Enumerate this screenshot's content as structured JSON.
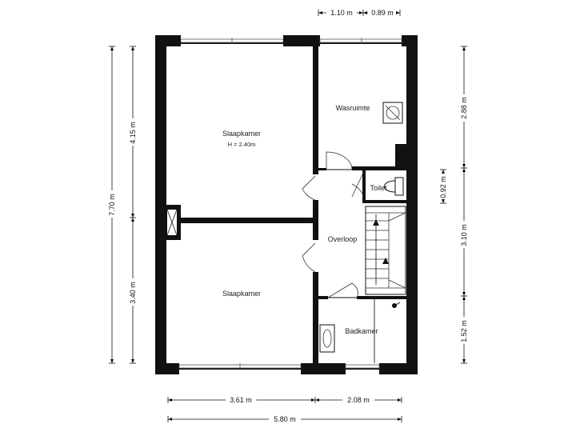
{
  "rooms": {
    "bedroom_top": {
      "name": "Slaapkamer",
      "height": "H = 2.40m"
    },
    "bedroom_bottom": {
      "name": "Slaapkamer"
    },
    "laundry": {
      "name": "Wasruimte"
    },
    "toilet": {
      "name": "Toilet"
    },
    "landing": {
      "name": "Overloop"
    },
    "bathroom": {
      "name": "Badkamer"
    }
  },
  "dimensions": {
    "top_left": "1.10 m",
    "top_right": "0.89 m",
    "left_total": "7.70 m",
    "left_upper": "4.15 m",
    "left_lower": "3.40 m",
    "right_upper": "2.88 m",
    "right_toilet": "0.92 m",
    "right_middle": "3.10 m",
    "right_lower": "1.52 m",
    "bottom_left": "3.61 m",
    "bottom_right": "2.08 m",
    "bottom_total": "5.80 m"
  }
}
